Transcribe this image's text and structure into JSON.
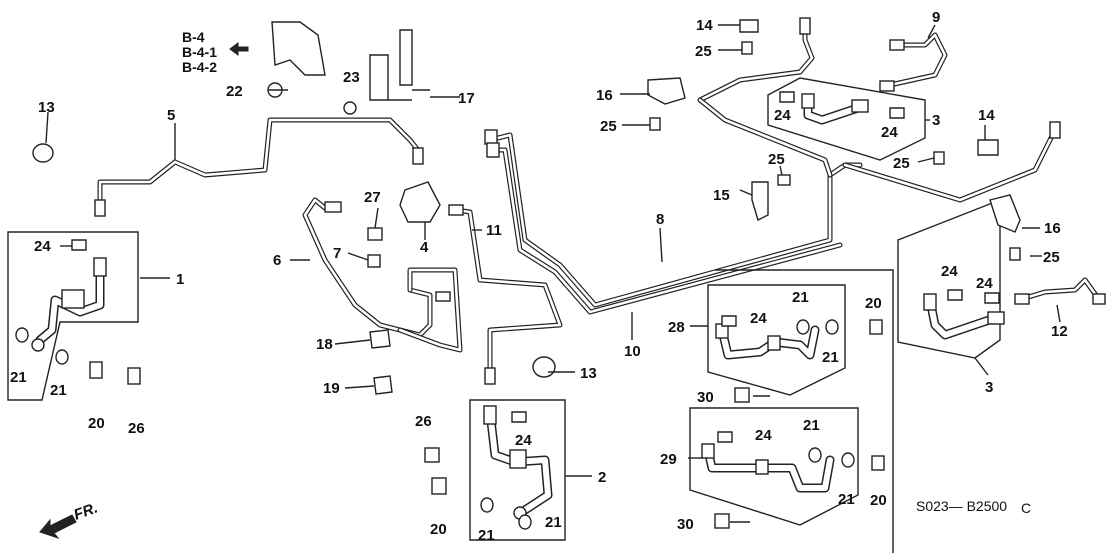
{
  "diagram": {
    "ref_codes": [
      "B-4",
      "B-4-1",
      "B-4-2"
    ],
    "code": "S023— B2500",
    "code_suffix": "C",
    "direction_label": "FR.",
    "callouts": [
      "1",
      "2",
      "3",
      "3",
      "4",
      "5",
      "6",
      "7",
      "8",
      "9",
      "10",
      "11",
      "12",
      "13",
      "13",
      "14",
      "14",
      "15",
      "16",
      "16",
      "17",
      "18",
      "19",
      "20",
      "20",
      "20",
      "20",
      "21",
      "21",
      "21",
      "21",
      "21",
      "21",
      "21",
      "21",
      "22",
      "23",
      "24",
      "24",
      "24",
      "24",
      "24",
      "24",
      "24",
      "24",
      "25",
      "25",
      "25",
      "25",
      "25",
      "26",
      "26",
      "27",
      "28",
      "29",
      "30",
      "30"
    ]
  }
}
